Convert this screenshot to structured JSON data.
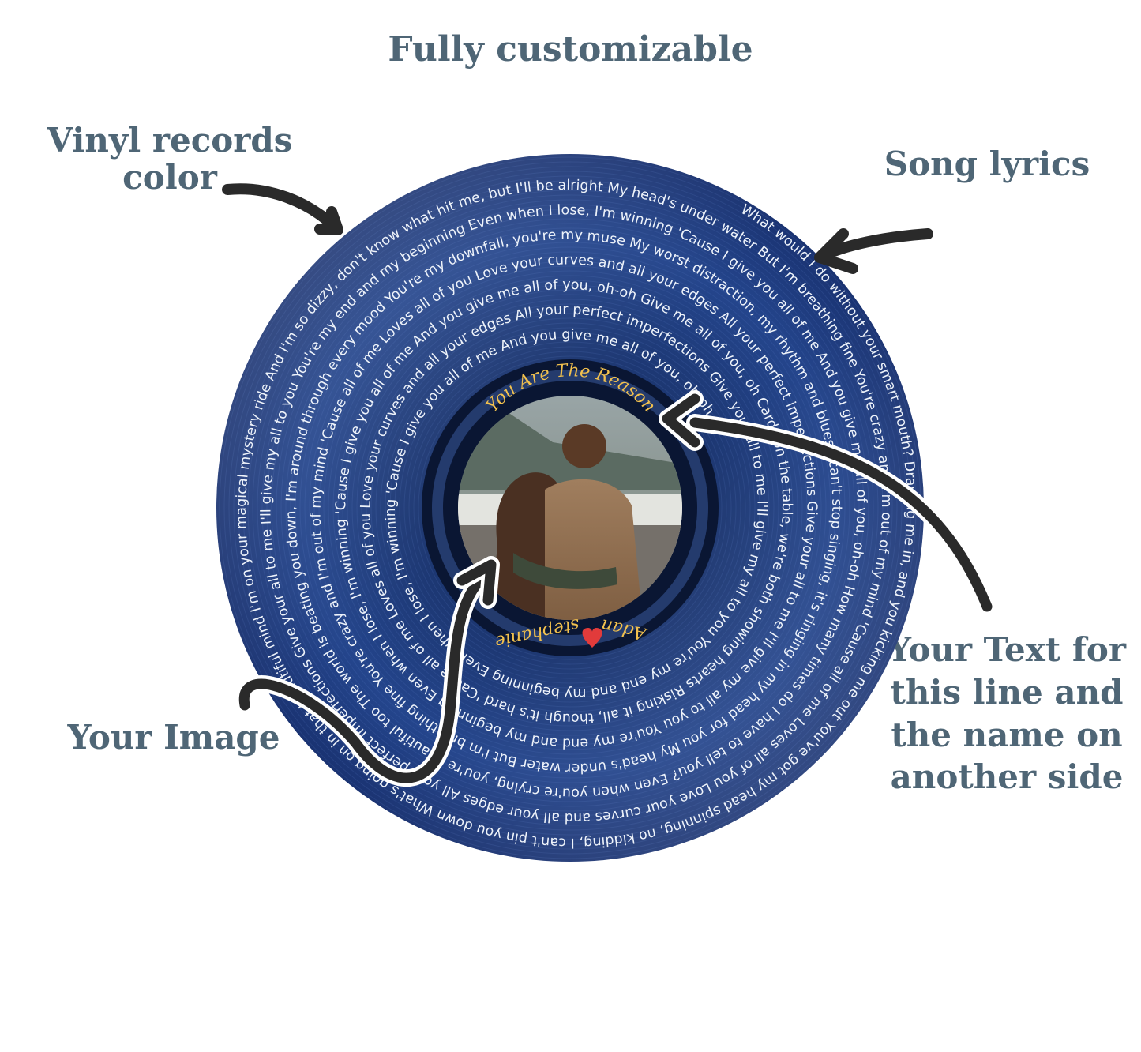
{
  "title": "Fully customizable",
  "callouts": {
    "vinyl_color": [
      "Vinyl records",
      "color"
    ],
    "song_lyrics": "Song lyrics",
    "your_image": "Your Image",
    "your_text": "Your Text for this line and the name on another side"
  },
  "record": {
    "song_title": "You Are The Reason",
    "name_left": "stephanie",
    "name_right": "Adan",
    "heart_icon": "heart-icon",
    "colors": {
      "record": "#1e3a7a",
      "label_text": "#f2c14e",
      "heart": "#e23b3b",
      "callout_text": "#4f6676"
    },
    "lyrics": "What would I do without your smart mouth? Drawing me in, and you kicking me out You've got my head spinning, no kidding, I can't pin you down What's going on in that beautiful mind I'm on your magical mystery ride And I'm so dizzy, don't know what hit me, but I'll be alright My head's under water But I'm breathing fine You're crazy and I'm out of my mind 'Cause all of me Loves all of you Love your curves and all your edges All your perfect imperfections Give your all to me I'll give my all to you You're my end and my beginning Even when I lose, I'm winning 'Cause I give you all of me And you give me all of you, oh-oh How many times do I have to tell you? Even when you're crying, you're beautiful too The world is beating you down, I'm around through every mood You're my downfall, you're my muse My worst distraction, my rhythm and blues I can't stop singing, it's ringing in my head for you My head's under water But I'm breathing fine You're crazy and I'm out of my mind 'Cause all of me Loves all of you Love your curves and all your edges All your perfect imperfections Give your all to me I'll give my all to you You're my end and my beginning Even when I lose, I'm winning 'Cause I give you all of me And you give me all of you, oh-oh Give me all of you, oh Cards on the table, we're both showing hearts Risking it all, though it's hard 'Cause all of me Loves all of you Love your curves and all your edges All your perfect imperfections Give your all to me I'll give my all to you You're my end and my beginning Even when I lose, I'm winning 'Cause I give you all of me And you give me all of you, oh-oh"
  }
}
